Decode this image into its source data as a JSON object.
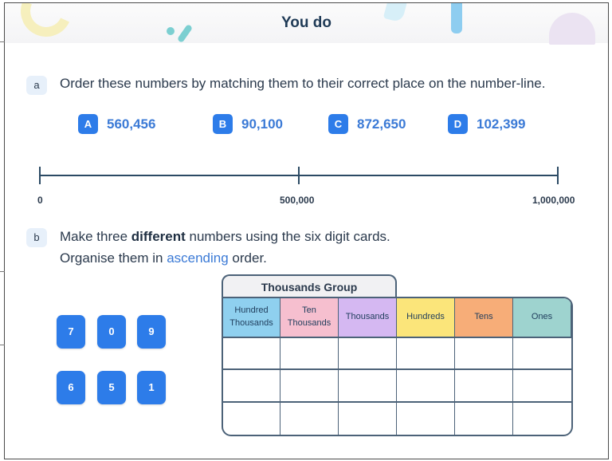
{
  "header": {
    "title": "You do"
  },
  "part_a": {
    "badge": "a",
    "instruction": "Order these numbers by matching them to their correct place on the number-line.",
    "cards": [
      {
        "letter": "A",
        "value": "560,456"
      },
      {
        "letter": "B",
        "value": "90,100"
      },
      {
        "letter": "C",
        "value": "872,650"
      },
      {
        "letter": "D",
        "value": "102,399"
      }
    ],
    "number_line": {
      "labels": [
        "0",
        "500,000",
        "1,000,000"
      ],
      "min": 0,
      "max": 1000000
    }
  },
  "part_b": {
    "badge": "b",
    "line1_pre": "Make three ",
    "line1_bold": "different",
    "line1_post": " numbers using the six digit cards.",
    "line2_pre": "Organise them in ",
    "line2_accent": "ascending",
    "line2_post": " order.",
    "digit_cards": [
      "7",
      "0",
      "9",
      "6",
      "5",
      "1"
    ],
    "table": {
      "group_label": "Thousands Group",
      "columns": [
        {
          "label": "Hundred Thousands",
          "color": "#8fd0ef"
        },
        {
          "label": "Ten Thousands",
          "color": "#f6bfcf"
        },
        {
          "label": "Thousands",
          "color": "#d5b8f2"
        },
        {
          "label": "Hundreds",
          "color": "#fbe57a"
        },
        {
          "label": "Tens",
          "color": "#f7ad78"
        },
        {
          "label": "Ones",
          "color": "#9ed3cf"
        }
      ],
      "rows": [
        [
          "",
          "",
          "",
          "",
          "",
          ""
        ],
        [
          "",
          "",
          "",
          "",
          "",
          ""
        ],
        [
          "",
          "",
          "",
          "",
          "",
          ""
        ]
      ]
    }
  },
  "colors": {
    "accent": "#2d7ce9",
    "accent_text": "#3b7ad6",
    "text": "#2b3a4d",
    "line": "#4c6278"
  }
}
